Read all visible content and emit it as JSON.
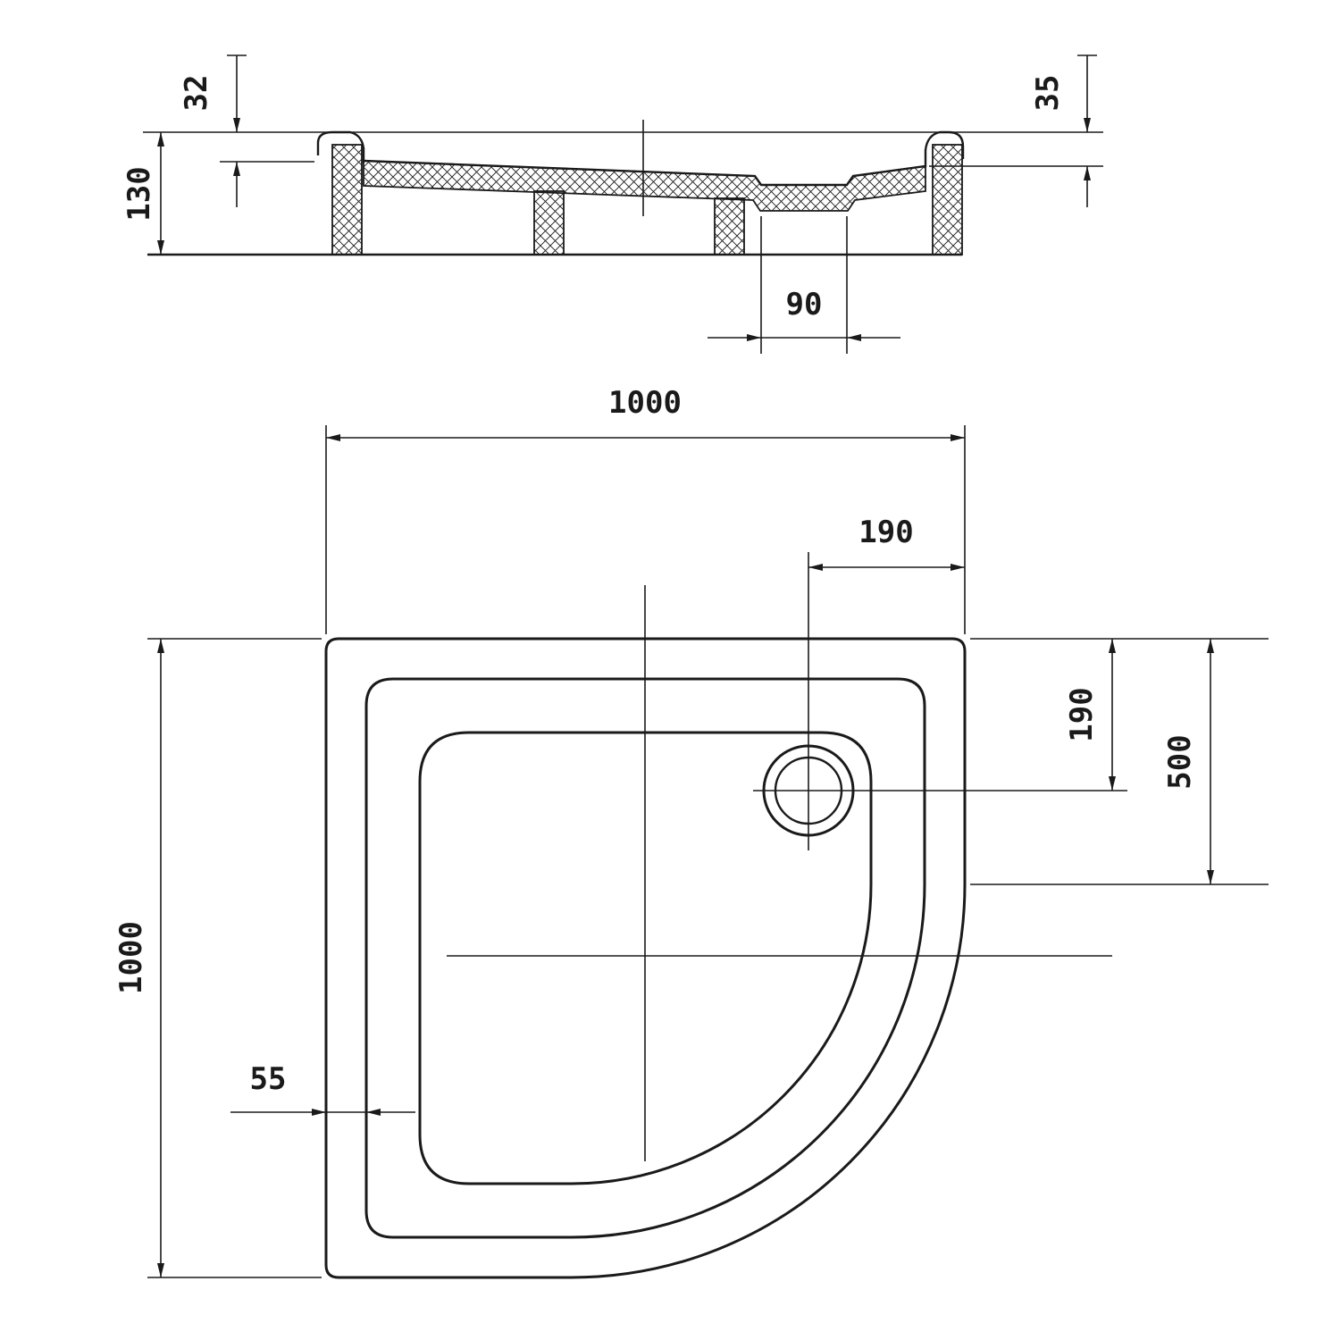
{
  "drawing": {
    "background": "#ffffff",
    "line_color": "#1a1a1a",
    "units": "mm",
    "subject": "quadrant-shower-tray"
  },
  "section_view": {
    "dims": {
      "rim_height": "32",
      "total_height": "130",
      "inner_depth": "35",
      "drain_width": "90"
    }
  },
  "plan_view": {
    "dims": {
      "width": "1000",
      "depth": "1000",
      "drain_offset_from_right": "190",
      "drain_offset_from_top": "190",
      "radius_extent": "500",
      "rim_width": "55"
    }
  }
}
